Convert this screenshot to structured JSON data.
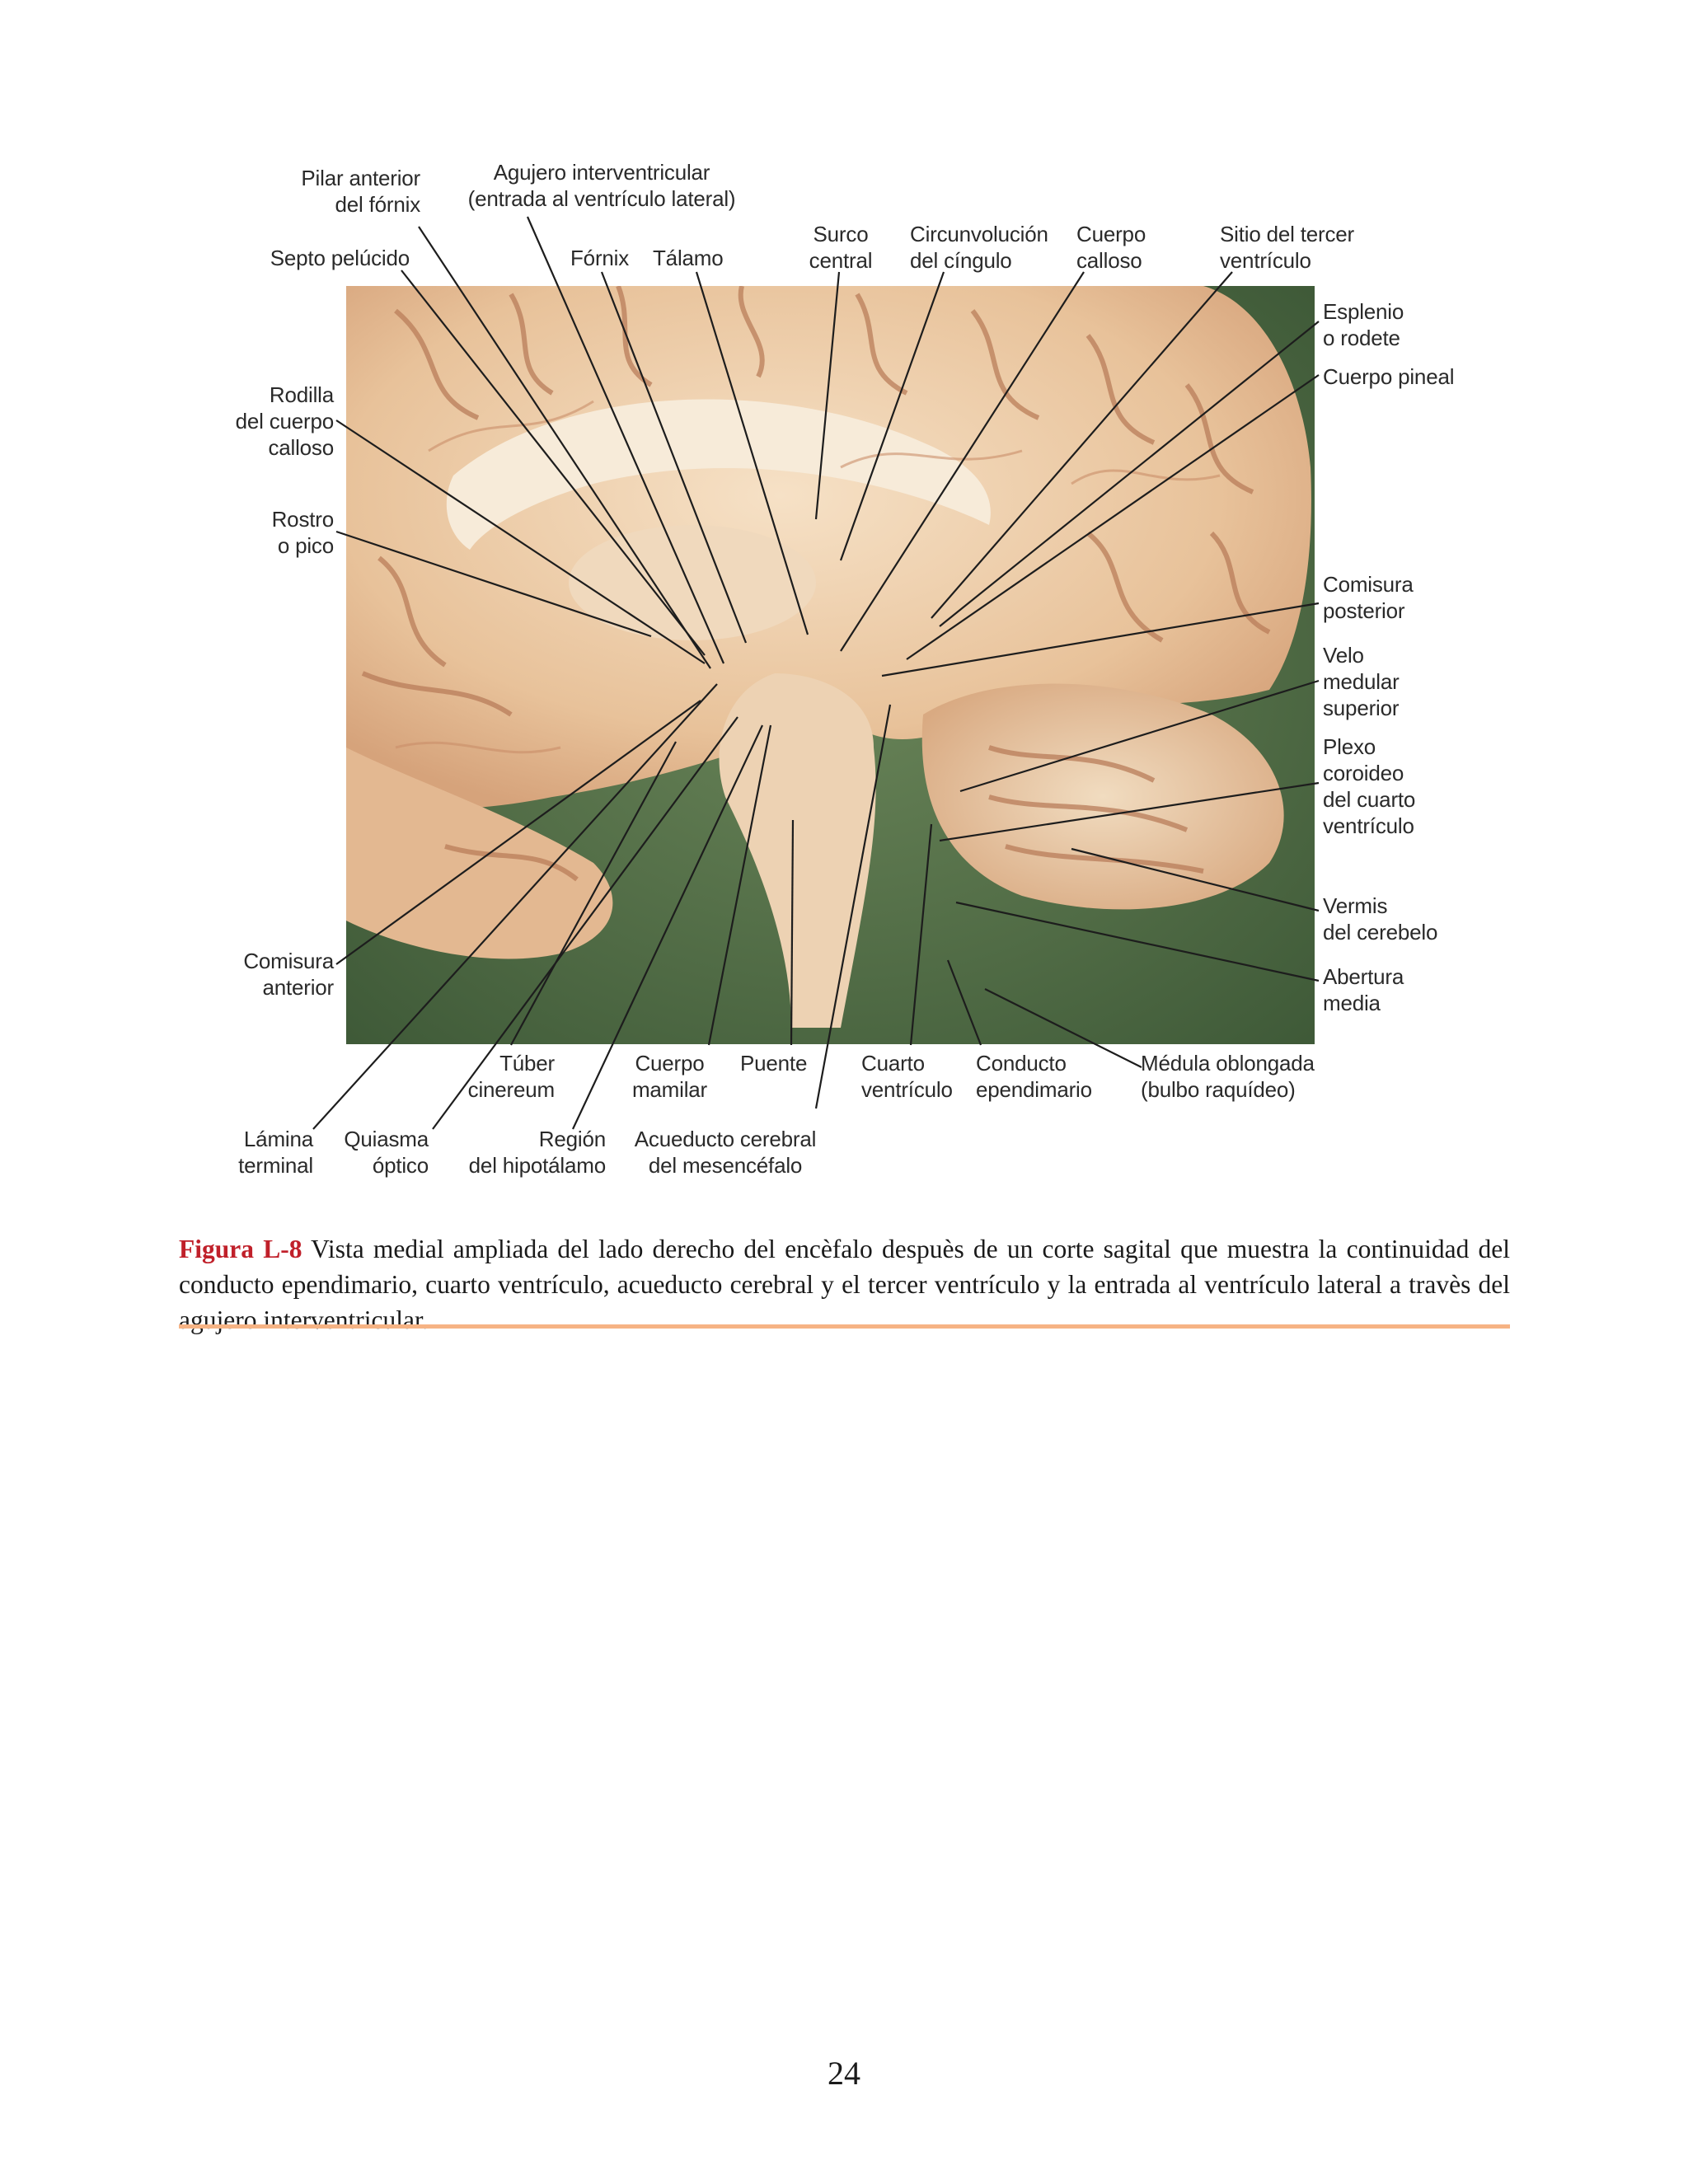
{
  "figure": {
    "labels": {
      "pilar_anterior_del_fornix": "Pilar anterior\ndel fórnix",
      "agujero_interventricular": "Agujero interventricular\n(entrada al ventrículo lateral)",
      "septo_pelucido": "Septo pelúcido",
      "fornix": "Fórnix",
      "talamo": "Tálamo",
      "surco_central": "Surco\ncentral",
      "circunvolucion_del_cingulo": "Circunvolución\ndel cíngulo",
      "cuerpo_calloso": "Cuerpo\ncalloso",
      "sitio_del_tercer_ventriculo": "Sitio del tercer\nventrículo",
      "esplenio_o_rodete": "Esplenio\no rodete",
      "cuerpo_pineal": "Cuerpo pineal",
      "rodilla_del_cuerpo_calloso": "Rodilla\ndel cuerpo\ncalloso",
      "rostro_o_pico": "Rostro\no pico",
      "comisura_posterior": "Comisura\nposterior",
      "velo_medular_superior": "Velo\nmedular\nsuperior",
      "plexo_coroideo_del_cuarto_ventriculo": "Plexo\ncoroideo\ndel cuarto\nventrículo",
      "vermis_del_cerebelo": "Vermis\ndel cerebelo",
      "abertura_media": "Abertura\nmedia",
      "comisura_anterior": "Comisura\nanterior",
      "tuber_cinereum": "Túber\ncinereum",
      "cuerpo_mamilar": "Cuerpo\nmamilar",
      "puente": "Puente",
      "cuarto_ventriculo": "Cuarto\nventrículo",
      "conducto_ependimario": "Conducto\nependimario",
      "medula_oblongada": "Médula oblongada\n(bulbo raquídeo)",
      "lamina_terminal": "Lámina\nterminal",
      "quiasma_optico": "Quiasma\nóptico",
      "region_del_hipotalamo": "Región\ndel hipotálamo",
      "acueducto_cerebral": "Acueducto cerebral\ndel mesencéfalo"
    }
  },
  "caption": {
    "figure_ref": "Figura L-8",
    "text": " Vista medial ampliada del lado derecho del encèfalo despuès de un corte sagital que muestra la continuidad del conducto ependimario, cuarto ventrículo, acueducto cerebral y el tercer ventrículo y la entrada al ventrículo lateral a travès del agujero interventricular."
  },
  "colors": {
    "caption_ref": "#c0202a",
    "rule": "#f6b384",
    "background": "#4f6b45",
    "tissue": "#e9c8a4"
  },
  "page_number": "24"
}
